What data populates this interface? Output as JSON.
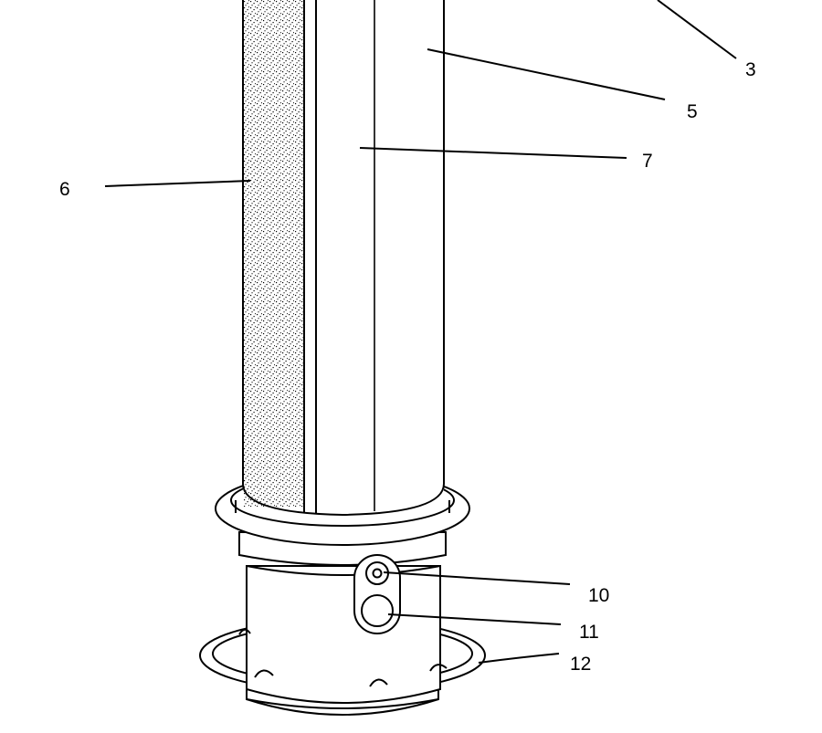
{
  "figure": {
    "labels": [
      {
        "id": "3",
        "text": "3"
      },
      {
        "id": "5",
        "text": "5"
      },
      {
        "id": "7",
        "text": "7"
      },
      {
        "id": "6",
        "text": "6"
      },
      {
        "id": "10",
        "text": "10"
      },
      {
        "id": "11",
        "text": "11"
      },
      {
        "id": "12",
        "text": "12"
      }
    ]
  },
  "colors": {
    "line": "#000000",
    "background": "#ffffff",
    "stipple": "#000000"
  }
}
